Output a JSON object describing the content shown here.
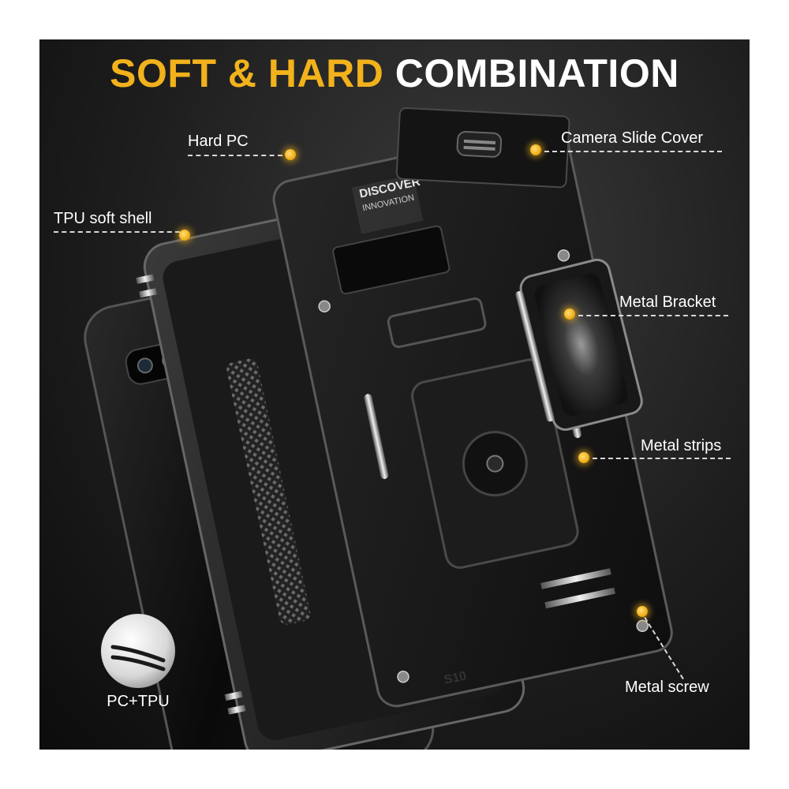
{
  "headline": {
    "accent": "SOFT & HARD",
    "plain": "COMBINATION"
  },
  "callouts": {
    "hard_pc": "Hard PC",
    "tpu_soft_shell": "TPU soft shell",
    "camera_slide_cover": "Camera Slide Cover",
    "metal_bracket": "Metal Bracket",
    "metal_strips": "Metal strips",
    "metal_screw": "Metal screw"
  },
  "badge": {
    "label": "PC+TPU",
    "icon": "layered-curve-icon"
  },
  "case_print": {
    "line1": "DISCOVER",
    "line2": "INNOVATION",
    "model": "S10"
  },
  "colors": {
    "accent": "#f2b21c",
    "text": "#ffffff",
    "background": "#1e1e1e"
  }
}
